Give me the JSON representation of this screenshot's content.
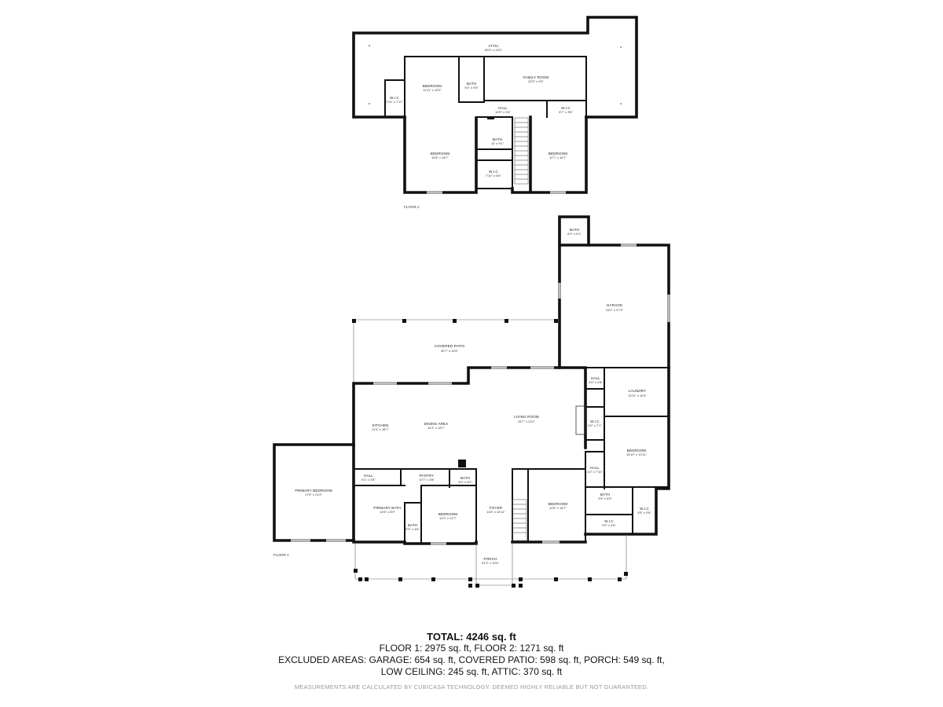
{
  "floor_labels": {
    "floor2": "FLOOR 2",
    "floor1": "FLOOR 1"
  },
  "floor2_rooms": [
    {
      "id": "attic",
      "name": "ATTIC",
      "dim": "63'0\" x 13'0\""
    },
    {
      "id": "bedroom-upper-left",
      "name": "BEDROOM",
      "dim": "11'11\" x 13'3\""
    },
    {
      "id": "bath-upper",
      "name": "BATH",
      "dim": "5'4\" x 9'5\""
    },
    {
      "id": "family-room",
      "name": "FAMILY ROOM",
      "dim": "22'6\" x 9'5\""
    },
    {
      "id": "wic-upper-left",
      "name": "W.I.C",
      "dim": "2'11\" x 7'11\""
    },
    {
      "id": "hall-upper",
      "name": "HALL",
      "dim": "15'5\" x 3'6\""
    },
    {
      "id": "wic-upper-right",
      "name": "W.I.C",
      "dim": "8'7\" x 3'6\""
    },
    {
      "id": "bedroom-lower-left",
      "name": "BEDROOM",
      "dim": "15'8\" x 16'7\""
    },
    {
      "id": "bath-middle",
      "name": "BATH",
      "dim": "10' x 9'1\""
    },
    {
      "id": "wic-middle",
      "name": "W.I.C",
      "dim": "7'10\" x 5'6\""
    },
    {
      "id": "bedroom-lower-right",
      "name": "BEDROOM",
      "dim": "12'7\" x 16'7\""
    }
  ],
  "floor1_rooms": [
    {
      "id": "bath-garage",
      "name": "BATH",
      "dim": "6'0\" x 6'1\""
    },
    {
      "id": "garage",
      "name": "GARAGE",
      "dim": "24'0\" x 27'3\""
    },
    {
      "id": "covered-patio",
      "name": "COVERED PATIO",
      "dim": "40'7\" x 14'5\""
    },
    {
      "id": "hall-laundry",
      "name": "HALL",
      "dim": "4'0\" x 4'8\""
    },
    {
      "id": "laundry",
      "name": "LAUNDRY",
      "dim": "13'11\" x 10'4\""
    },
    {
      "id": "kitchen",
      "name": "KITCHEN",
      "dim": "11'4\" x 18'7\""
    },
    {
      "id": "dining-area",
      "name": "DINING AREA",
      "dim": "14'1\" x 18'7\""
    },
    {
      "id": "living-room",
      "name": "LIVING ROOM",
      "dim": "26'7\" x 22'2\""
    },
    {
      "id": "wic-living",
      "name": "W.I.C",
      "dim": "4'0\" x 7'1\""
    },
    {
      "id": "bedroom-east",
      "name": "BEDROOM",
      "dim": "13'10\" x 10'11\""
    },
    {
      "id": "hall-east",
      "name": "HALL",
      "dim": "4'0\" x 7'10\""
    },
    {
      "id": "hall-primary",
      "name": "HALL",
      "dim": "6'1\" x 3'8\""
    },
    {
      "id": "pantry",
      "name": "PANTRY",
      "dim": "10'7\" x 3'8\""
    },
    {
      "id": "bath-small",
      "name": "BATH",
      "dim": "5'0\" x 5'0\""
    },
    {
      "id": "primary-bedroom",
      "name": "PRIMARY BEDROOM",
      "dim": "17'6\" x 21'0\""
    },
    {
      "id": "primary-bath",
      "name": "PRIMARY BATH",
      "dim": "14'6\" x 8'9\""
    },
    {
      "id": "bath-primary-wc",
      "name": "BATH",
      "dim": "5'3\" x 4'8\""
    },
    {
      "id": "bedroom-front-left",
      "name": "BEDROOM",
      "dim": "12'0\" x 12'7\""
    },
    {
      "id": "foyer",
      "name": "FOYER",
      "dim": "11'8\" x 16'11\""
    },
    {
      "id": "bedroom-front-right",
      "name": "BEDROOM",
      "dim": "12'6\" x 16'7\""
    },
    {
      "id": "bath-east",
      "name": "BATH",
      "dim": "9'9\" x 5'5\""
    },
    {
      "id": "wic-east-small",
      "name": "W.I.C",
      "dim": "5'5\" x 9'6\""
    },
    {
      "id": "wic-east",
      "name": "W.I.C",
      "dim": "9'9\" x 4'6\""
    },
    {
      "id": "porch",
      "name": "PORCH",
      "dim": "61'3\" x 10'6\""
    }
  ],
  "summary": {
    "total": "TOTAL: 4246 sq. ft",
    "line1": "FLOOR 1: 2975 sq. ft, FLOOR 2: 1271 sq. ft",
    "line2": "EXCLUDED AREAS: GARAGE: 654 sq. ft, COVERED PATIO: 598 sq. ft, PORCH: 549 sq. ft,",
    "line3": "LOW CEILING: 245 sq. ft, ATTIC: 370 sq. ft"
  },
  "disclaimer": "MEASUREMENTS ARE CALCULATED BY CUBICASA TECHNOLOGY. DEEMED HIGHLY RELIABLE BUT NOT GUARANTEED."
}
